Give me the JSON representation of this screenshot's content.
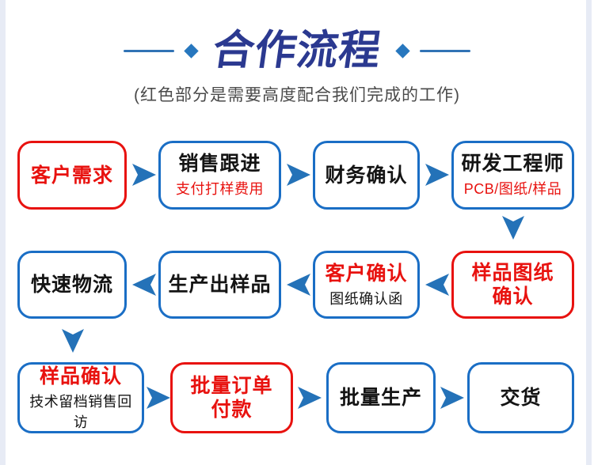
{
  "header": {
    "title": "合作流程",
    "subtitle": "(红色部分是需要高度配合我们完成的工作)"
  },
  "colors": {
    "title_navy": "#2b3990",
    "decor_blue": "#2777be",
    "decor_line_blue": "#3173b5",
    "box_border_blue": "#1a6ec5",
    "box_border_red": "#e8120f",
    "highlight_red": "#e8120f",
    "arrow_blue": "#2472b8",
    "text_dark": "#141414",
    "note_gray": "#4a4a4a",
    "edge_strip": "#e7ebf5"
  },
  "flow": {
    "nodes": [
      {
        "title": "客户需求"
      },
      {
        "title": "销售跟进",
        "subtitle": "支付打样费用"
      },
      {
        "title": "财务确认"
      },
      {
        "title": "研发工程师",
        "subtitle": "PCB/图纸/样品"
      },
      {
        "title": "样品图纸\n确认"
      },
      {
        "title": "客户确认",
        "subtitle": "图纸确认函"
      },
      {
        "title": "生产出样品"
      },
      {
        "title": "快速物流"
      },
      {
        "title": "样品确认",
        "subtitle": "技术留档销售回访"
      },
      {
        "title": "批量订单\n付款"
      },
      {
        "title": "批量生产"
      },
      {
        "title": "交货"
      }
    ]
  }
}
